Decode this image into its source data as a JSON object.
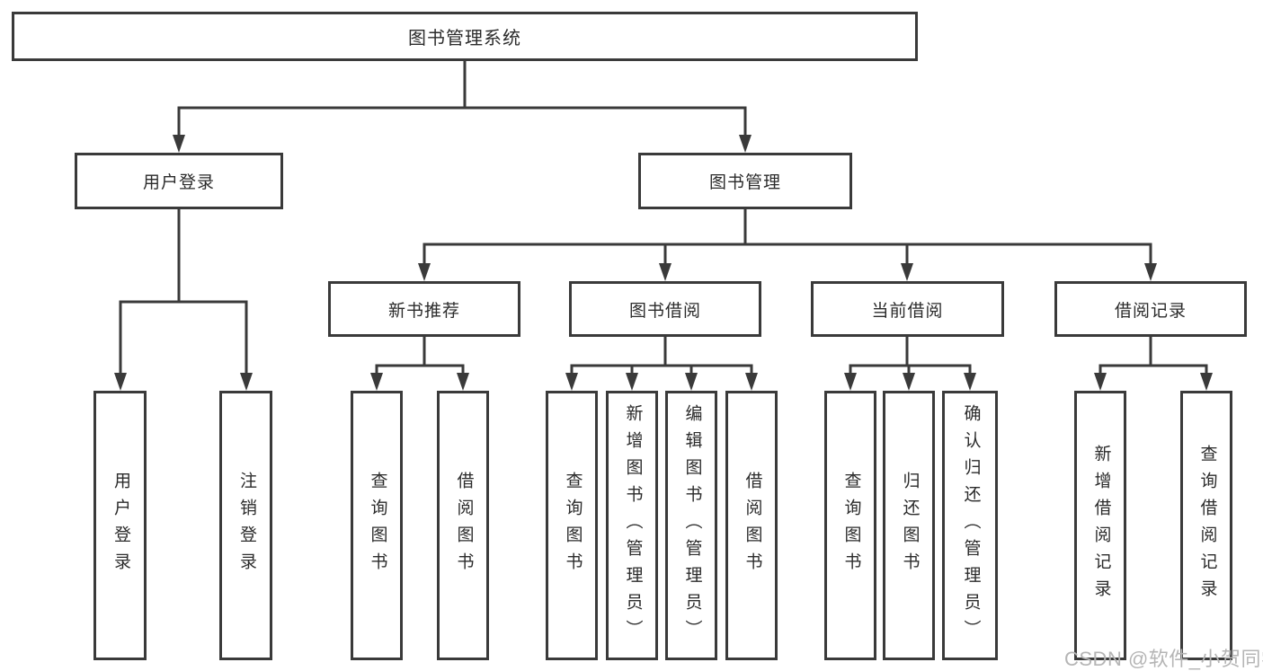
{
  "diagram": {
    "title": "图书管理系统",
    "children": [
      {
        "label": "用户登录",
        "children": [
          "用户登录",
          "注销登录"
        ]
      },
      {
        "label": "图书管理",
        "children": [
          {
            "label": "新书推荐",
            "children": [
              "查询图书",
              "借阅图书"
            ]
          },
          {
            "label": "图书借阅",
            "children": [
              "查询图书",
              "新增图书（管理员）",
              "编辑图书（管理员）",
              "借阅图书"
            ]
          },
          {
            "label": "当前借阅",
            "children": [
              "查询图书",
              "归还图书",
              "确认归还（管理员）"
            ]
          },
          {
            "label": "借阅记录",
            "children": [
              "新增借阅记录",
              "查询借阅记录"
            ]
          }
        ]
      }
    ]
  },
  "watermark": "CSDN @软件_小贺同学",
  "colors": {
    "line": "#3a3a3a",
    "text": "#2b2b2b",
    "background": "#ffffff",
    "watermark": "#b5b5b5"
  }
}
